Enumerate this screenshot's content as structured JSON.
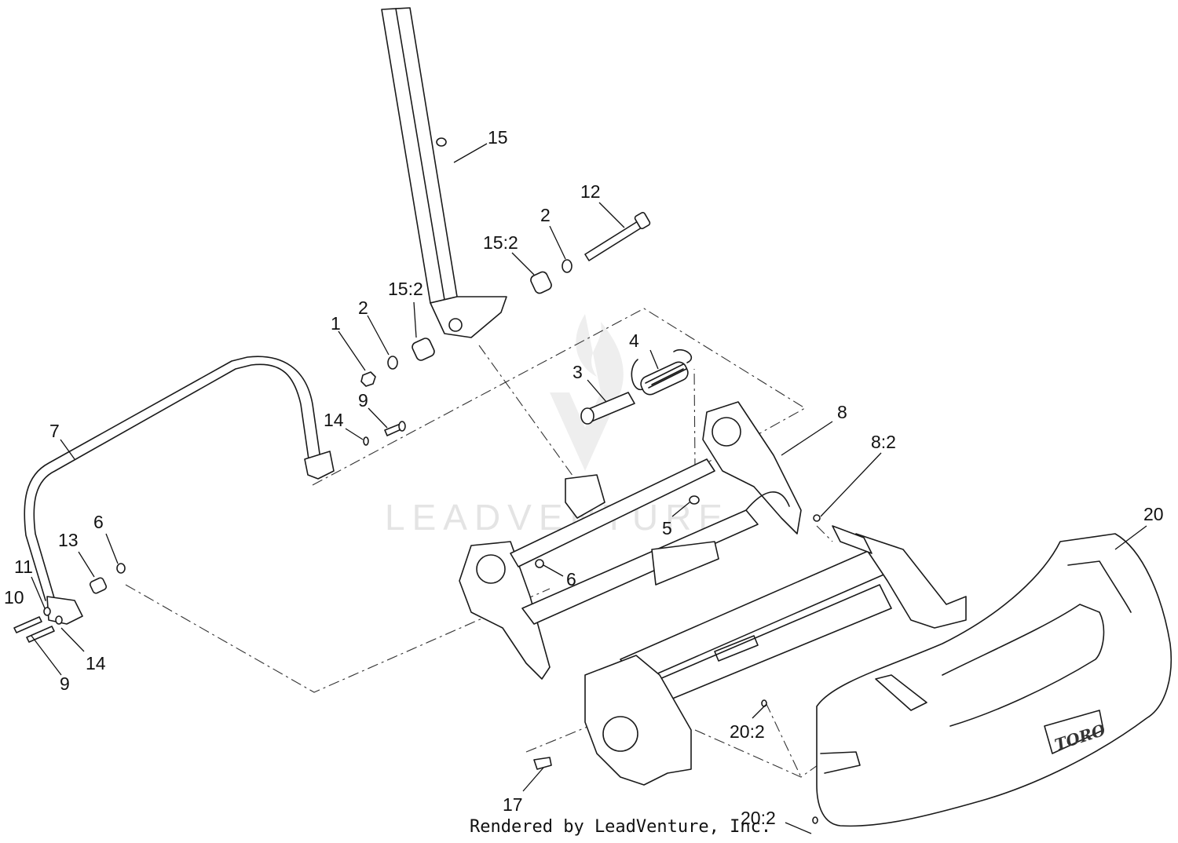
{
  "watermark": {
    "text": "LEADVENTURE"
  },
  "credit": "Rendered by LeadVenture, Inc.",
  "brand_label": "TORO",
  "callouts": [
    {
      "id": "c15",
      "label": "15"
    },
    {
      "id": "c12",
      "label": "12"
    },
    {
      "id": "c2a",
      "label": "2"
    },
    {
      "id": "c152a",
      "label": "15:2"
    },
    {
      "id": "c152b",
      "label": "15:2"
    },
    {
      "id": "c2b",
      "label": "2"
    },
    {
      "id": "c1",
      "label": "1"
    },
    {
      "id": "c4",
      "label": "4"
    },
    {
      "id": "c3",
      "label": "3"
    },
    {
      "id": "c9a",
      "label": "9"
    },
    {
      "id": "c14a",
      "label": "14"
    },
    {
      "id": "c7",
      "label": "7"
    },
    {
      "id": "c8",
      "label": "8"
    },
    {
      "id": "c82",
      "label": "8:2"
    },
    {
      "id": "c20",
      "label": "20"
    },
    {
      "id": "c5",
      "label": "5"
    },
    {
      "id": "c6a",
      "label": "6"
    },
    {
      "id": "c13",
      "label": "13"
    },
    {
      "id": "c6b",
      "label": "6"
    },
    {
      "id": "c11",
      "label": "11"
    },
    {
      "id": "c10",
      "label": "10"
    },
    {
      "id": "c14b",
      "label": "14"
    },
    {
      "id": "c9b",
      "label": "9"
    },
    {
      "id": "c202a",
      "label": "20:2"
    },
    {
      "id": "c17",
      "label": "17"
    },
    {
      "id": "c202b",
      "label": "20:2"
    }
  ]
}
